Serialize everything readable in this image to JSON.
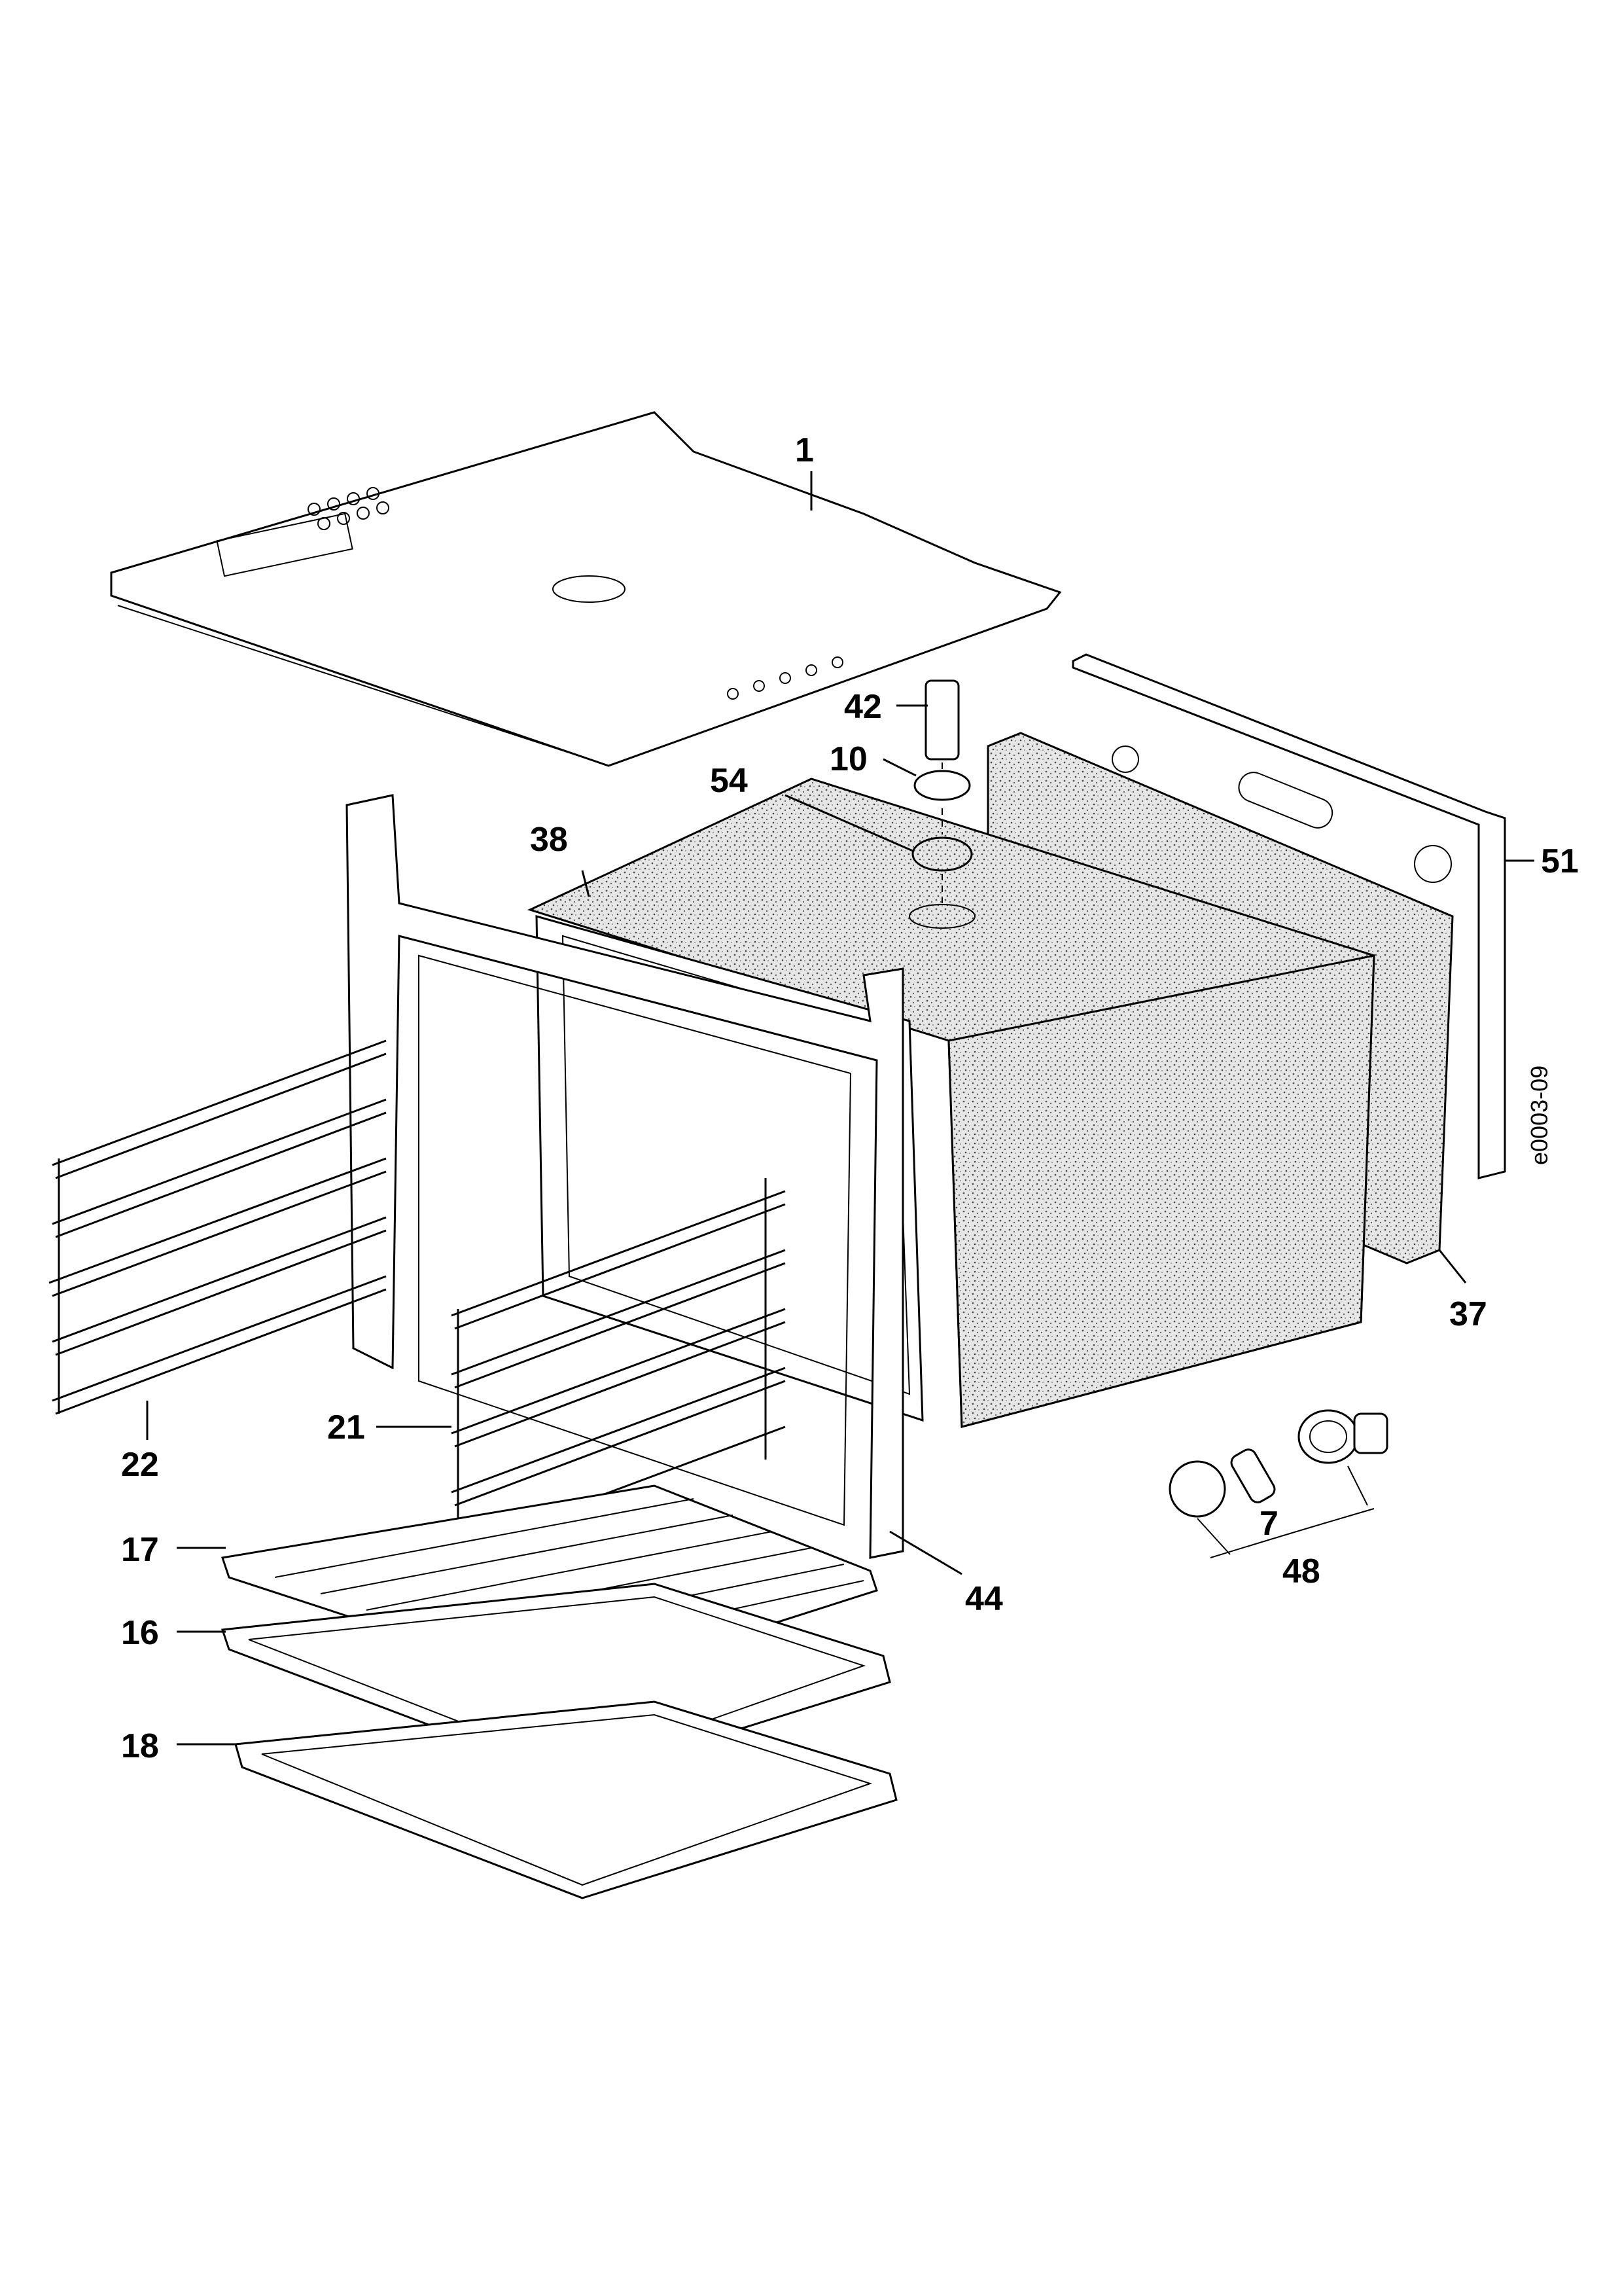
{
  "diagram": {
    "drawing_code": "e0003-09",
    "callouts": [
      {
        "id": "1",
        "text": "1"
      },
      {
        "id": "42",
        "text": "42"
      },
      {
        "id": "10",
        "text": "10"
      },
      {
        "id": "54",
        "text": "54"
      },
      {
        "id": "38",
        "text": "38"
      },
      {
        "id": "51",
        "text": "51"
      },
      {
        "id": "37",
        "text": "37"
      },
      {
        "id": "22",
        "text": "22"
      },
      {
        "id": "21",
        "text": "21"
      },
      {
        "id": "17",
        "text": "17"
      },
      {
        "id": "16",
        "text": "16"
      },
      {
        "id": "18",
        "text": "18"
      },
      {
        "id": "44",
        "text": "44"
      },
      {
        "id": "7",
        "text": "7"
      },
      {
        "id": "48",
        "text": "48"
      }
    ]
  }
}
